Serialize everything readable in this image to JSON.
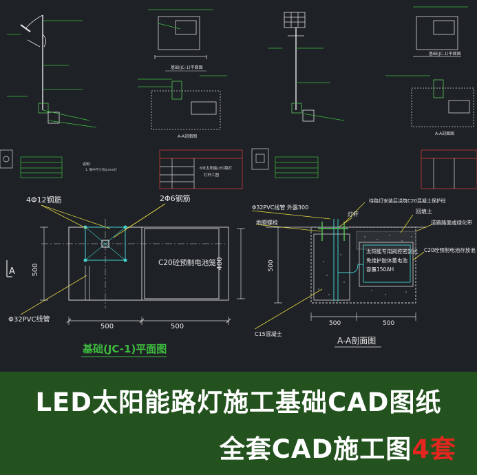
{
  "banner": {
    "line1": "LED太阳能路灯施工基础CAD图纸",
    "line2_main": "全套CAD施工图",
    "line2_accent": "4套"
  },
  "plan_view": {
    "title": "基础(JC-1)平面图",
    "label_rebar_main": "4Φ12钢筋",
    "label_rebar_small": "2Φ6钢筋",
    "label_pvc": "Φ32PVC线管",
    "label_cable_pit": "C20砼预制电池笼",
    "dim_width_left": "500",
    "dim_width_right": "500",
    "dim_height_left": "500",
    "dim_height_right": "400",
    "section_marker": "A"
  },
  "section_view": {
    "title": "A-A剖面图",
    "label_pvc": "Φ32PVC线管  外露300",
    "label_bolt": "地脚螺栓",
    "label_lamp": "灯杆",
    "label_install": "待路灯安装后浇筑C20混凝土保护砼",
    "label_backfill": "回填土",
    "label_road": "道路路面或绿化带",
    "label_c20_pit": "C20砼预制电池存放池",
    "battery_box_line1": "太阳能专用阀控密封式",
    "battery_box_line2": "免维护胶体蓄电池",
    "battery_box_line3": "容量150AH",
    "label_c15": "C15混凝土",
    "dim_height": "500",
    "dim_bottom_left": "500",
    "dim_bottom_right": "500"
  },
  "thumbnails": {
    "thumb1_plan_title": "基础(JC-1)平面图",
    "thumb1_section_title": "A-A剖面图",
    "thumb2_plan_title": "基础(JC-1)平面图",
    "thumb2_section_title": "A-A剖面图",
    "notes_title": "说明:",
    "notes_line": "1. 图中尺寸均以mm计",
    "table_title_a": "6米太阳能LED路灯",
    "table_title_b": "灯杆工图"
  }
}
